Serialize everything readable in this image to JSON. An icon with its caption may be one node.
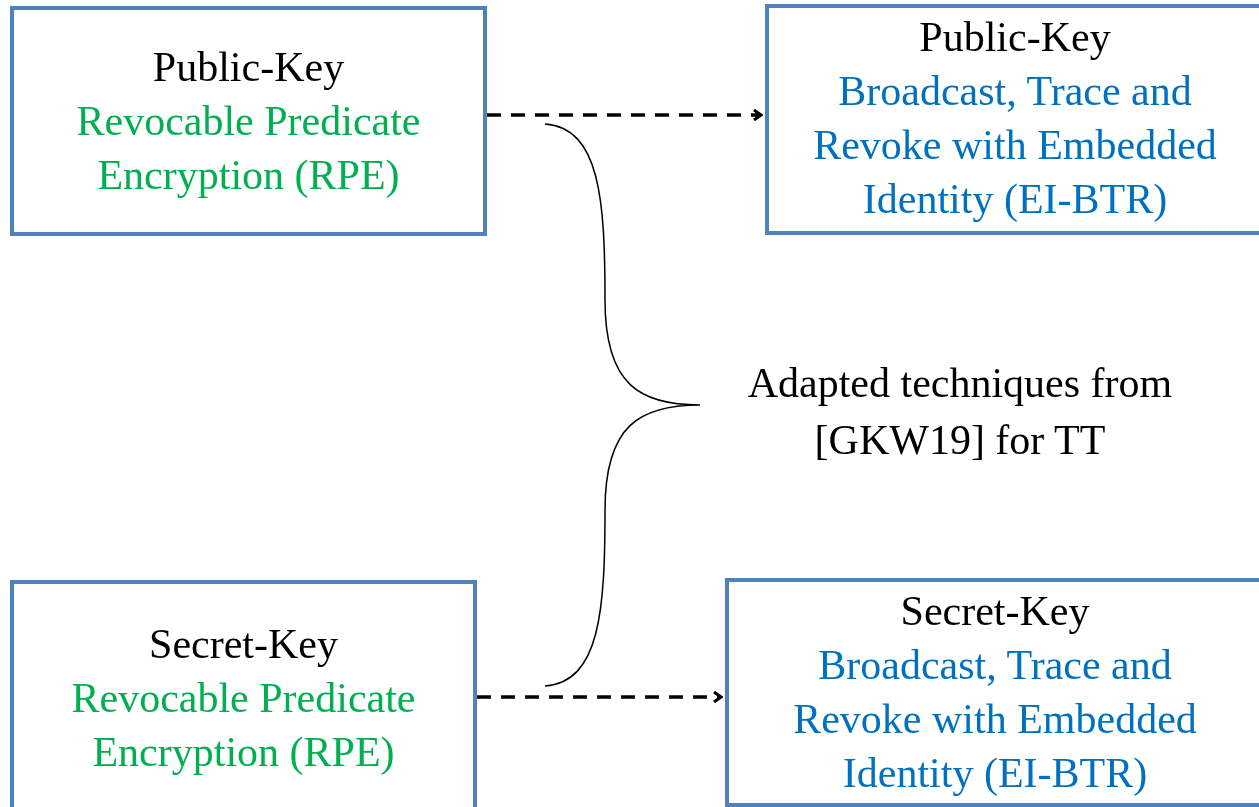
{
  "diagram": {
    "nodes": [
      {
        "text": [
          "Public-Key",
          "Revocable Predicate Encryption (RPE)"
        ]
      },
      {
        "text": [
          "Public-Key",
          "Broadcast, Trace and Revoke with Embedded Identity (EI-BTR)"
        ]
      },
      {
        "text": [
          "Secret-Key",
          "Revocable Predicate Encryption (RPE)"
        ]
      },
      {
        "text": [
          "Secret-Key",
          "Broadcast, Trace and Revoke with Embedded Identity (EI-BTR)"
        ]
      }
    ],
    "edges": [
      {
        "from": 0,
        "to": 1,
        "arrow": "to",
        "style": "dashed"
      },
      {
        "from": 2,
        "to": 3,
        "arrow": "to",
        "style": "dashed"
      }
    ],
    "labels": [
      "Adapted techniques from [GKW19] for TT"
    ]
  }
}
